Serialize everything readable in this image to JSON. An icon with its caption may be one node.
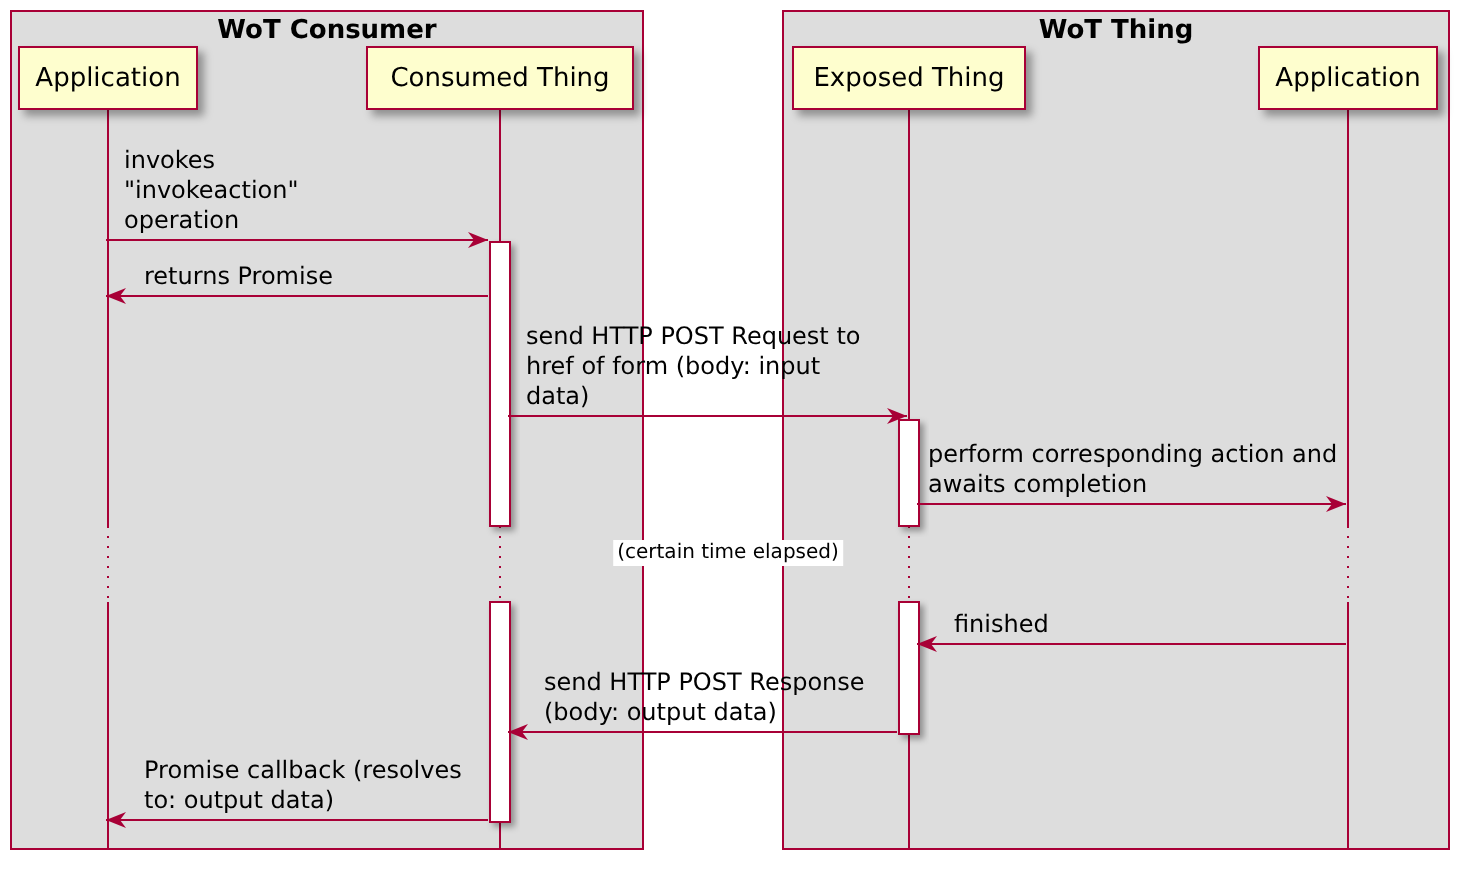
{
  "diagram": {
    "nodes": [
      {
        "text": [
          "WoT Consumer"
        ]
      },
      {
        "text": [
          "Application"
        ],
        "in": 0
      },
      {
        "text": [
          "Consumed Thing"
        ],
        "in": 0
      },
      {
        "text": [
          "WoT Thing"
        ]
      },
      {
        "text": [
          "Exposed Thing"
        ],
        "in": 3
      },
      {
        "text": [
          "Application"
        ],
        "in": 3
      }
    ],
    "edges": [
      {
        "from": 1,
        "to": 2,
        "arrow": "to",
        "label": "invokes \"invokeaction\" operation"
      },
      {
        "from": 2,
        "to": 1,
        "arrow": "to",
        "label": "returns Promise"
      },
      {
        "from": 2,
        "to": 4,
        "arrow": "to",
        "label": "send HTTP POST Request to href of form (body: input data)"
      },
      {
        "from": 4,
        "to": 5,
        "arrow": "to",
        "label": "perform corresponding action and awaits completion"
      },
      {
        "from": 5,
        "to": 4,
        "arrow": "to",
        "label": "finished"
      },
      {
        "from": 4,
        "to": 2,
        "arrow": "to",
        "label": "send HTTP POST Response (body: output data)"
      },
      {
        "from": 2,
        "to": 1,
        "arrow": "to",
        "label": "Promise callback (resolves to: output data)"
      }
    ],
    "labels": [
      "(certain time elapsed)"
    ]
  }
}
